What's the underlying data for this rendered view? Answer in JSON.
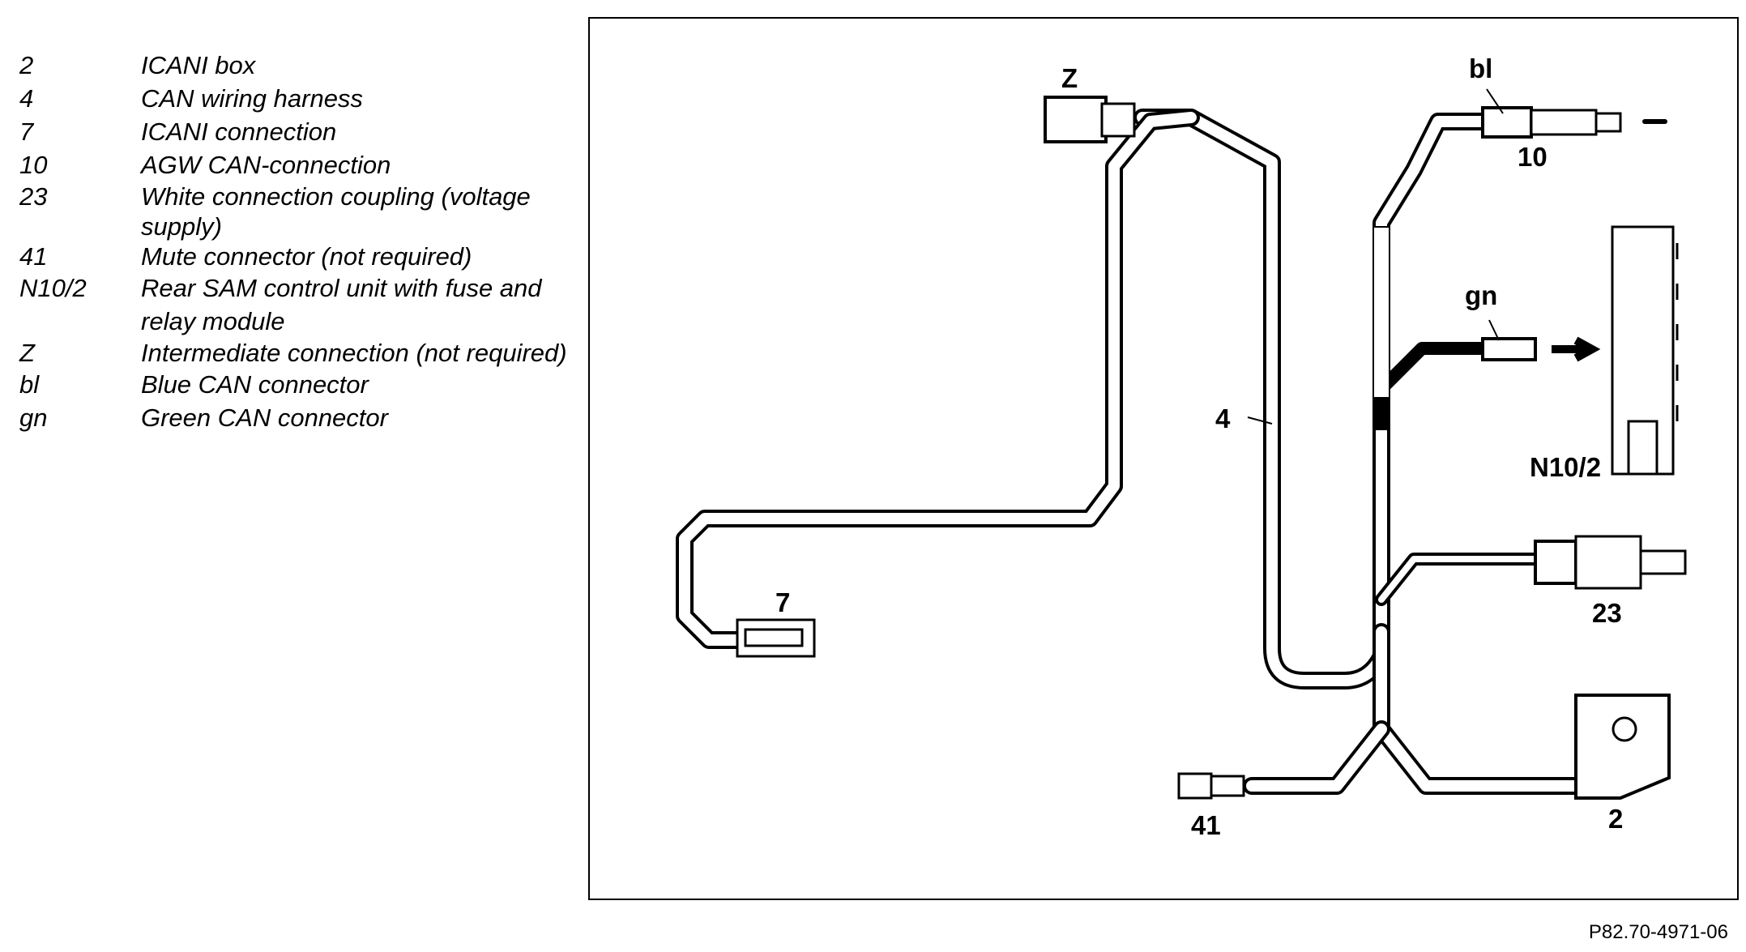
{
  "legend": [
    {
      "code": "2",
      "desc": "ICANI box"
    },
    {
      "code": "4",
      "desc": "CAN wiring harness"
    },
    {
      "code": "7",
      "desc": "ICANI connection"
    },
    {
      "code": "10",
      "desc": "AGW CAN-connection"
    },
    {
      "code": "23",
      "desc": "White connection coupling (voltage supply)"
    },
    {
      "code": "41",
      "desc": "Mute connector (not required)"
    },
    {
      "code": "N10/2",
      "desc": "Rear SAM control unit with fuse and relay module"
    },
    {
      "code": "Z",
      "desc": "Intermediate connection (not required)"
    },
    {
      "code": "bl",
      "desc": "Blue CAN connector"
    },
    {
      "code": "gn",
      "desc": "Green CAN connector"
    }
  ],
  "diagram_labels": {
    "z": "Z",
    "bl": "bl",
    "ten": "10",
    "gn": "gn",
    "n10_2": "N10/2",
    "four": "4",
    "seven": "7",
    "twentythree": "23",
    "fortyone": "41",
    "two": "2"
  },
  "reference": "P82.70-4971-06"
}
